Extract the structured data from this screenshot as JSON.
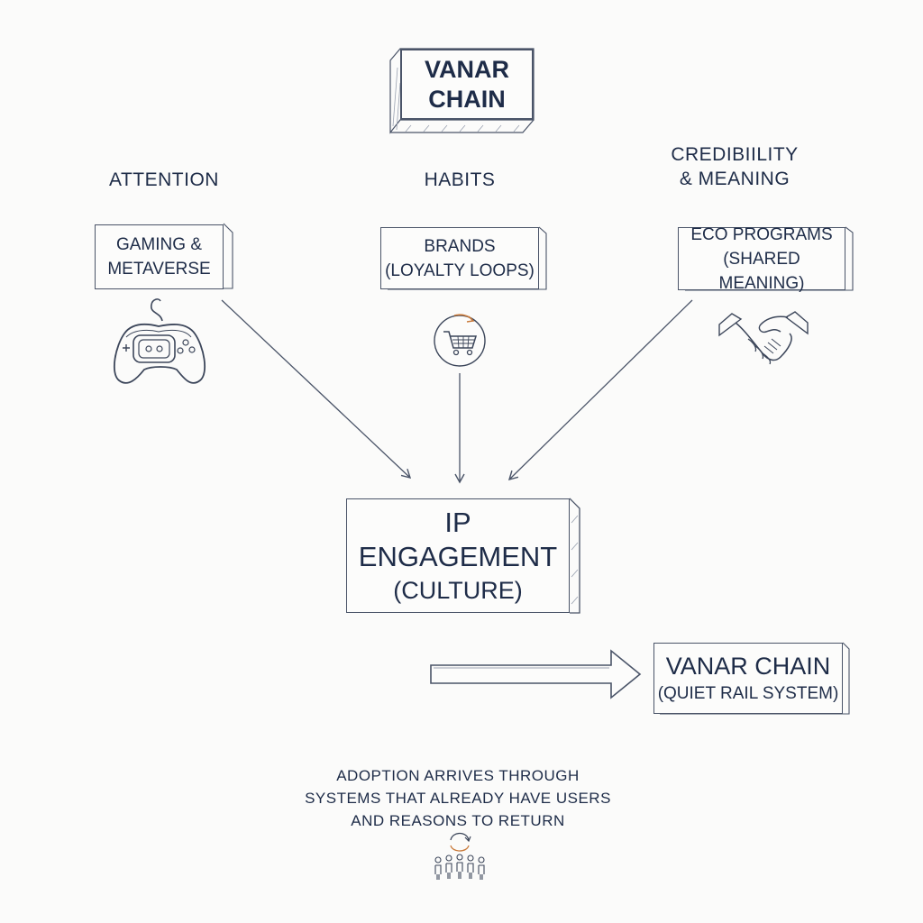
{
  "title": {
    "line1": "VANAR",
    "line2": "CHAIN"
  },
  "columns": {
    "left": {
      "header": "ATTENTION",
      "box_line1": "GAMING &",
      "box_line2": "METAVERSE",
      "icon": "game-controller-icon"
    },
    "middle": {
      "header": "HABITS",
      "box_line1": "BRANDS",
      "box_line2": "(LOYALTY LOOPS)",
      "icon": "shopping-cart-icon"
    },
    "right": {
      "header_line1": "CREDIBIILITY",
      "header_line2": "& MEANING",
      "box_line1": "ECO PROGRAMS",
      "box_line2": "(SHARED MEANING)",
      "icon": "handshake-icon"
    }
  },
  "center": {
    "line1": "IP",
    "line2": "ENGAGEMENT",
    "line3": "(CULTURE)"
  },
  "rail": {
    "line1": "VANAR CHAIN",
    "line2": "(QUIET RAIL SYSTEM)"
  },
  "footer": {
    "line1": "ADOPTION ARRIVES THROUGH",
    "line2": "SYSTEMS THAT ALREADY HAVE USERS",
    "line3": "AND REASONS TO RETURN",
    "icon": "people-cycle-icon"
  },
  "colors": {
    "ink": "#1e2c48",
    "line": "#4a5468",
    "paper": "#fbfbfa"
  }
}
